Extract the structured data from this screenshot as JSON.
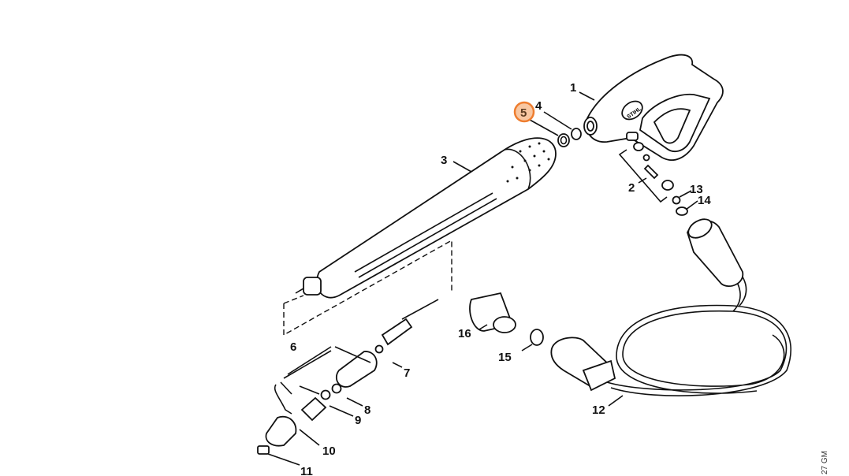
{
  "diagram": {
    "labels": {
      "p1": "1",
      "p2": "2",
      "p3": "3",
      "p4": "4",
      "p5": "5",
      "p6": "6",
      "p7": "7",
      "p8": "8",
      "p9": "9",
      "p10": "10",
      "p11": "11",
      "p12": "12",
      "p13": "13",
      "p14": "14",
      "p15": "15",
      "p16": "16"
    },
    "highlighted_part": "5",
    "drawing_code": "27 GM",
    "brand_on_handle": "STIHL",
    "colors": {
      "highlight_fill": "#f8c7a2",
      "highlight_stroke": "#ee7d2f",
      "line": "#111111"
    }
  }
}
